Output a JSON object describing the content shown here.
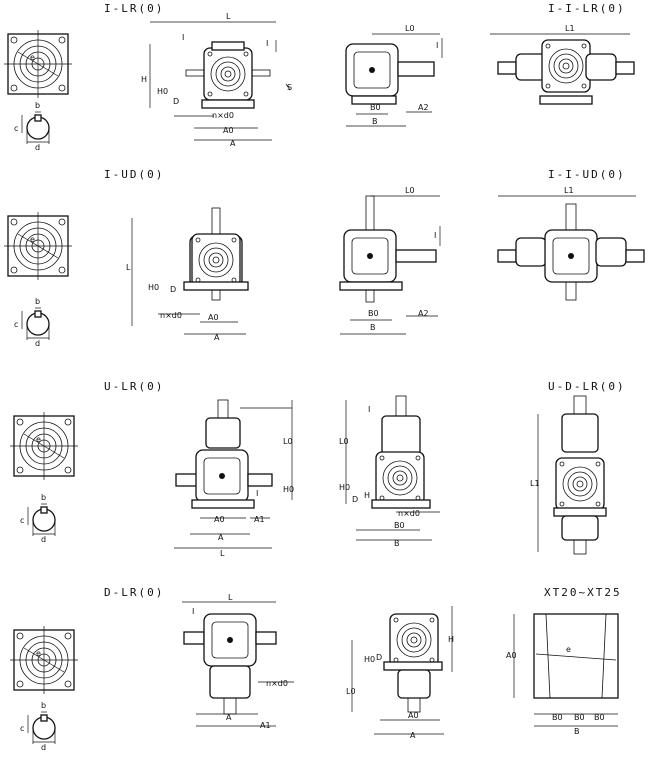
{
  "titles": {
    "r1_left": "I-LR(0)",
    "r1_right": "I-I-LR(0)",
    "r2_left": "I-UD(0)",
    "r2_right": "I-I-UD(0)",
    "r3_left": "U-LR(0)",
    "r3_right": "U-D-LR(0)",
    "r4_left": "D-LR(0)",
    "r4_right": "XT20~XT25"
  },
  "dims": {
    "L": "L",
    "L0": "L0",
    "L1": "L1",
    "I": "I",
    "H": "H",
    "H0": "H0",
    "D": "D",
    "nd0": "n×d0",
    "A": "A",
    "A0": "A0",
    "A1": "A1",
    "A2": "A2",
    "B": "B",
    "B0": "B0",
    "S": "S",
    "e": "e",
    "b": "b",
    "c": "c",
    "d": "d"
  }
}
